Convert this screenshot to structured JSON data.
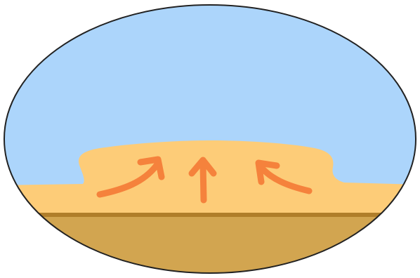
{
  "diagram": {
    "shape": "ellipse",
    "regions": [
      {
        "name": "sky",
        "color": "#acd5fb"
      },
      {
        "name": "rising-warm-air-layer",
        "color": "#fdcc78"
      },
      {
        "name": "ground-surface",
        "color": "#fdcc78"
      },
      {
        "name": "ground-edge",
        "color": "#b07e2a"
      },
      {
        "name": "soil",
        "color": "#d2a550"
      }
    ],
    "arrows": {
      "color": "#f5823c",
      "items": [
        {
          "name": "left",
          "direction": "up-right"
        },
        {
          "name": "center",
          "direction": "up"
        },
        {
          "name": "right",
          "direction": "up-left"
        }
      ]
    },
    "outline_color": "#222222"
  }
}
